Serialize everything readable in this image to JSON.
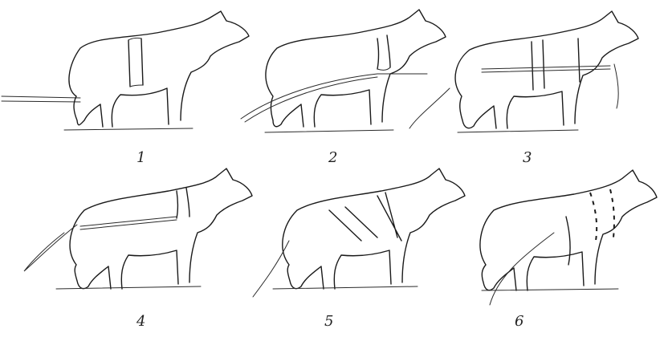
{
  "panels": [
    {
      "label": "1",
      "harness": "belt"
    },
    {
      "label": "2",
      "harness": "collar"
    },
    {
      "label": "3",
      "harness": "saddle"
    },
    {
      "label": "4",
      "harness": "breast"
    },
    {
      "label": "5",
      "harness": "cross"
    },
    {
      "label": "6",
      "harness": "collar-side"
    }
  ],
  "colors": {
    "ink": "#1a1a1a",
    "paper": "#ffffff"
  }
}
